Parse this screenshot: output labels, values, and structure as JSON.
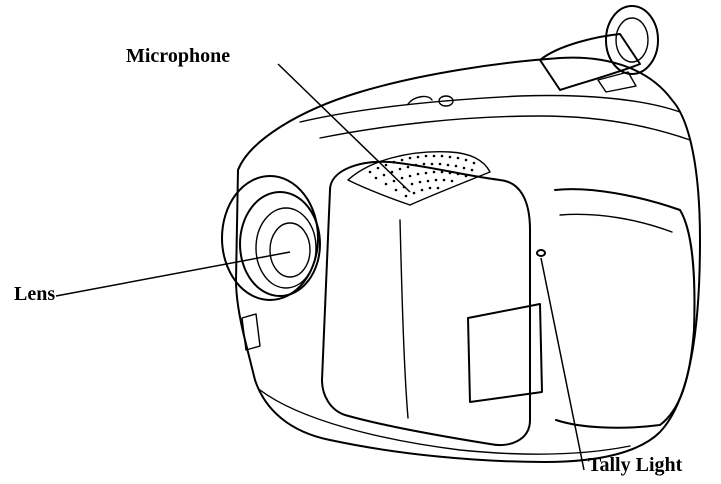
{
  "labels": {
    "microphone": "Microphone",
    "lens": "Lens",
    "tally_light": "Tally Light"
  }
}
